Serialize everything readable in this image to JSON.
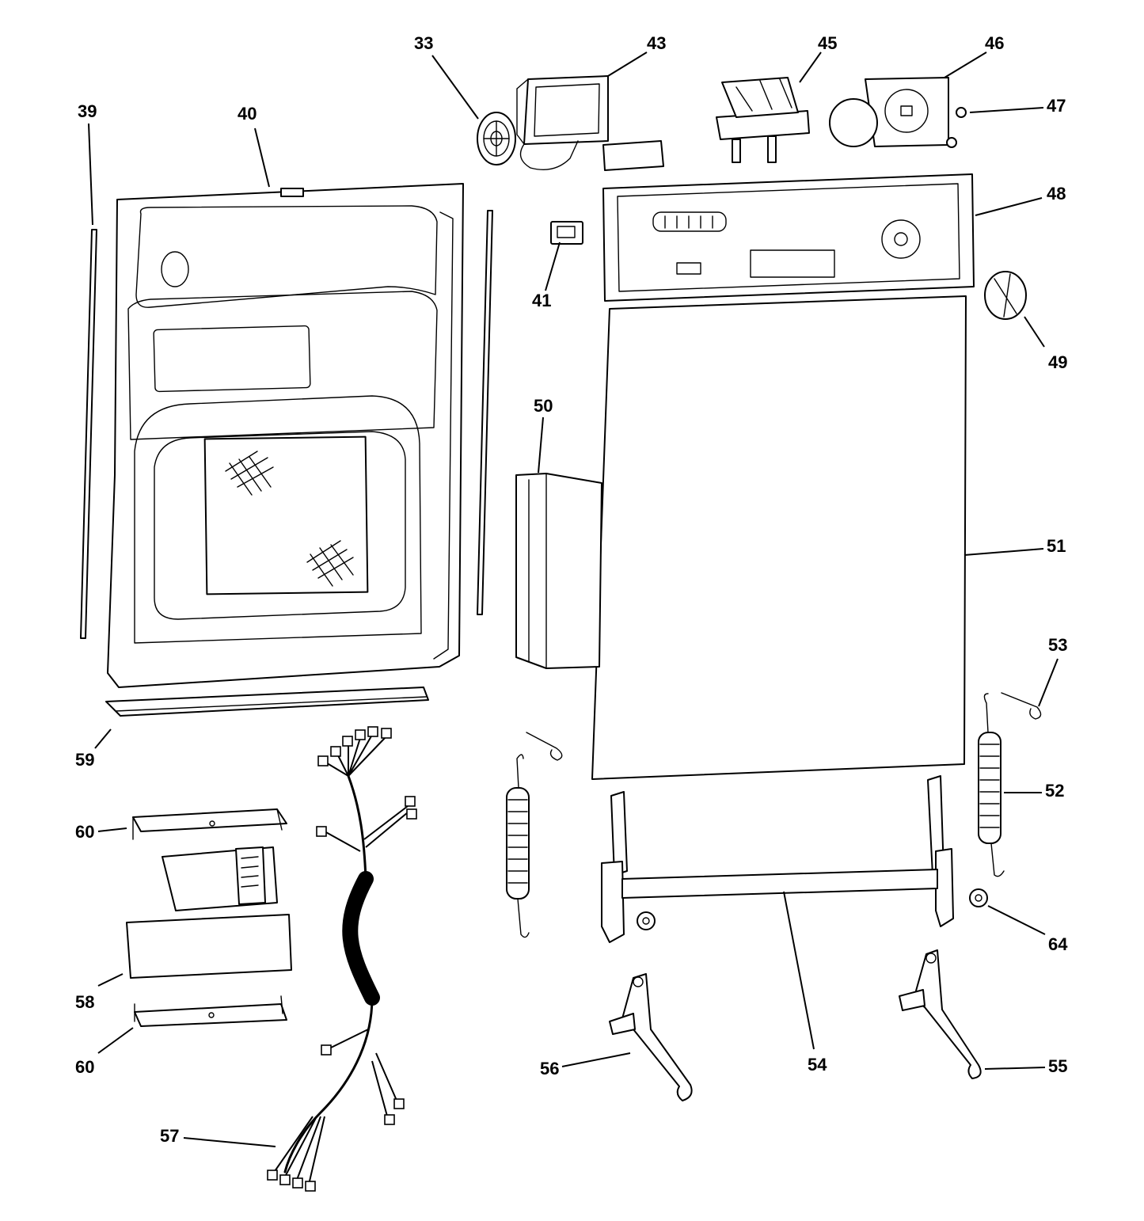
{
  "callouts": {
    "c33": "33",
    "c39": "39",
    "c40": "40",
    "c41": "41",
    "c43": "43",
    "c45": "45",
    "c46": "46",
    "c47": "47",
    "c48": "48",
    "c49": "49",
    "c50": "50",
    "c51": "51",
    "c52": "52",
    "c53": "53",
    "c54": "54",
    "c55": "55",
    "c56": "56",
    "c57": "57",
    "c58": "58",
    "c59": "59",
    "c60a": "60",
    "c60b": "60",
    "c64": "64"
  }
}
